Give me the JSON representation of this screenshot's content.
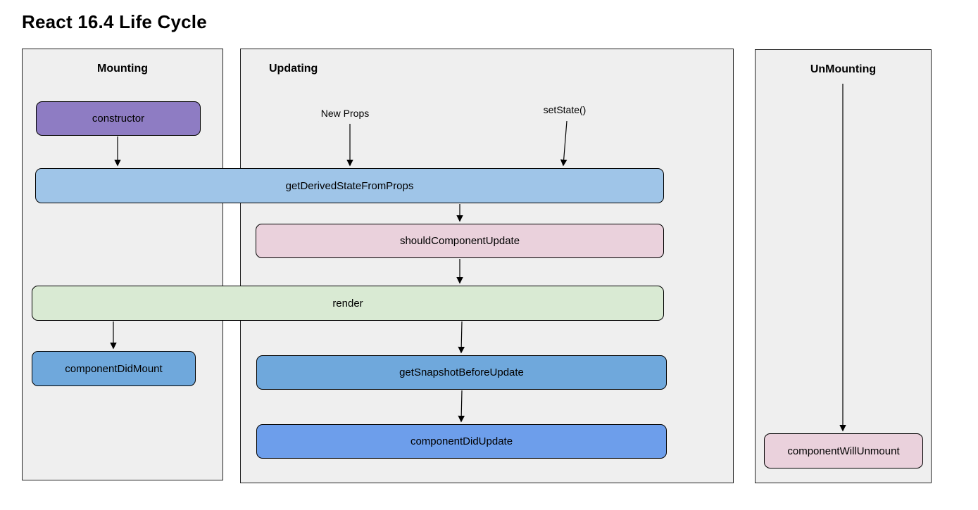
{
  "page": {
    "title": "React 16.4 Life Cycle"
  },
  "panels": {
    "mounting": {
      "title": "Mounting"
    },
    "updating": {
      "title": "Updating"
    },
    "unmounting": {
      "title": "UnMounting"
    }
  },
  "annotations": {
    "new_props": "New Props",
    "set_state": "setState()"
  },
  "nodes": {
    "constructor": {
      "label": "constructor",
      "fill": "#8e7cc3"
    },
    "get_derived_state_from_props": {
      "label": "getDerivedStateFromProps",
      "fill": "#9fc5e8"
    },
    "should_component_update": {
      "label": "shouldComponentUpdate",
      "fill": "#ead1dc"
    },
    "render": {
      "label": "render",
      "fill": "#d9ead3"
    },
    "component_did_mount": {
      "label": "componentDidMount",
      "fill": "#6fa8dc"
    },
    "get_snapshot_before_update": {
      "label": "getSnapshotBeforeUpdate",
      "fill": "#6fa8dc"
    },
    "component_did_update": {
      "label": "componentDidUpdate",
      "fill": "#6d9eeb"
    },
    "component_will_unmount": {
      "label": "componentWillUnmount",
      "fill": "#ead1dc"
    }
  },
  "colors": {
    "panel_background": "#efefef",
    "panel_border": "#222222",
    "arrow": "#000000",
    "text": "#000000",
    "page_background": "#ffffff"
  }
}
